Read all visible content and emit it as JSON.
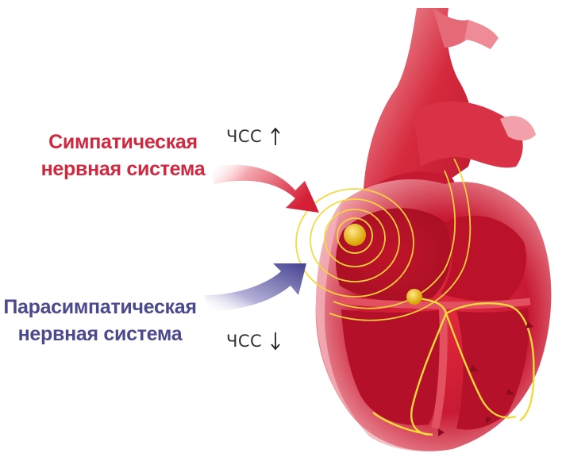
{
  "sympathetic": {
    "line1": "Симпатическая",
    "line2": "нервная система",
    "color": "#d1283f",
    "hr_label": "ЧСС",
    "hr_direction_icon": "arrow-up-icon"
  },
  "parasympathetic": {
    "line1": "Парасимпатическая",
    "line2": "нервная система",
    "color": "#4c4a8f",
    "hr_label": "ЧСС",
    "hr_direction_icon": "arrow-down-icon"
  },
  "colors": {
    "heart_red": "#c8102e",
    "conduction_yellow": "#f3d93a",
    "arrow_red": "#d8243a",
    "arrow_blue": "#4f4b9a"
  }
}
